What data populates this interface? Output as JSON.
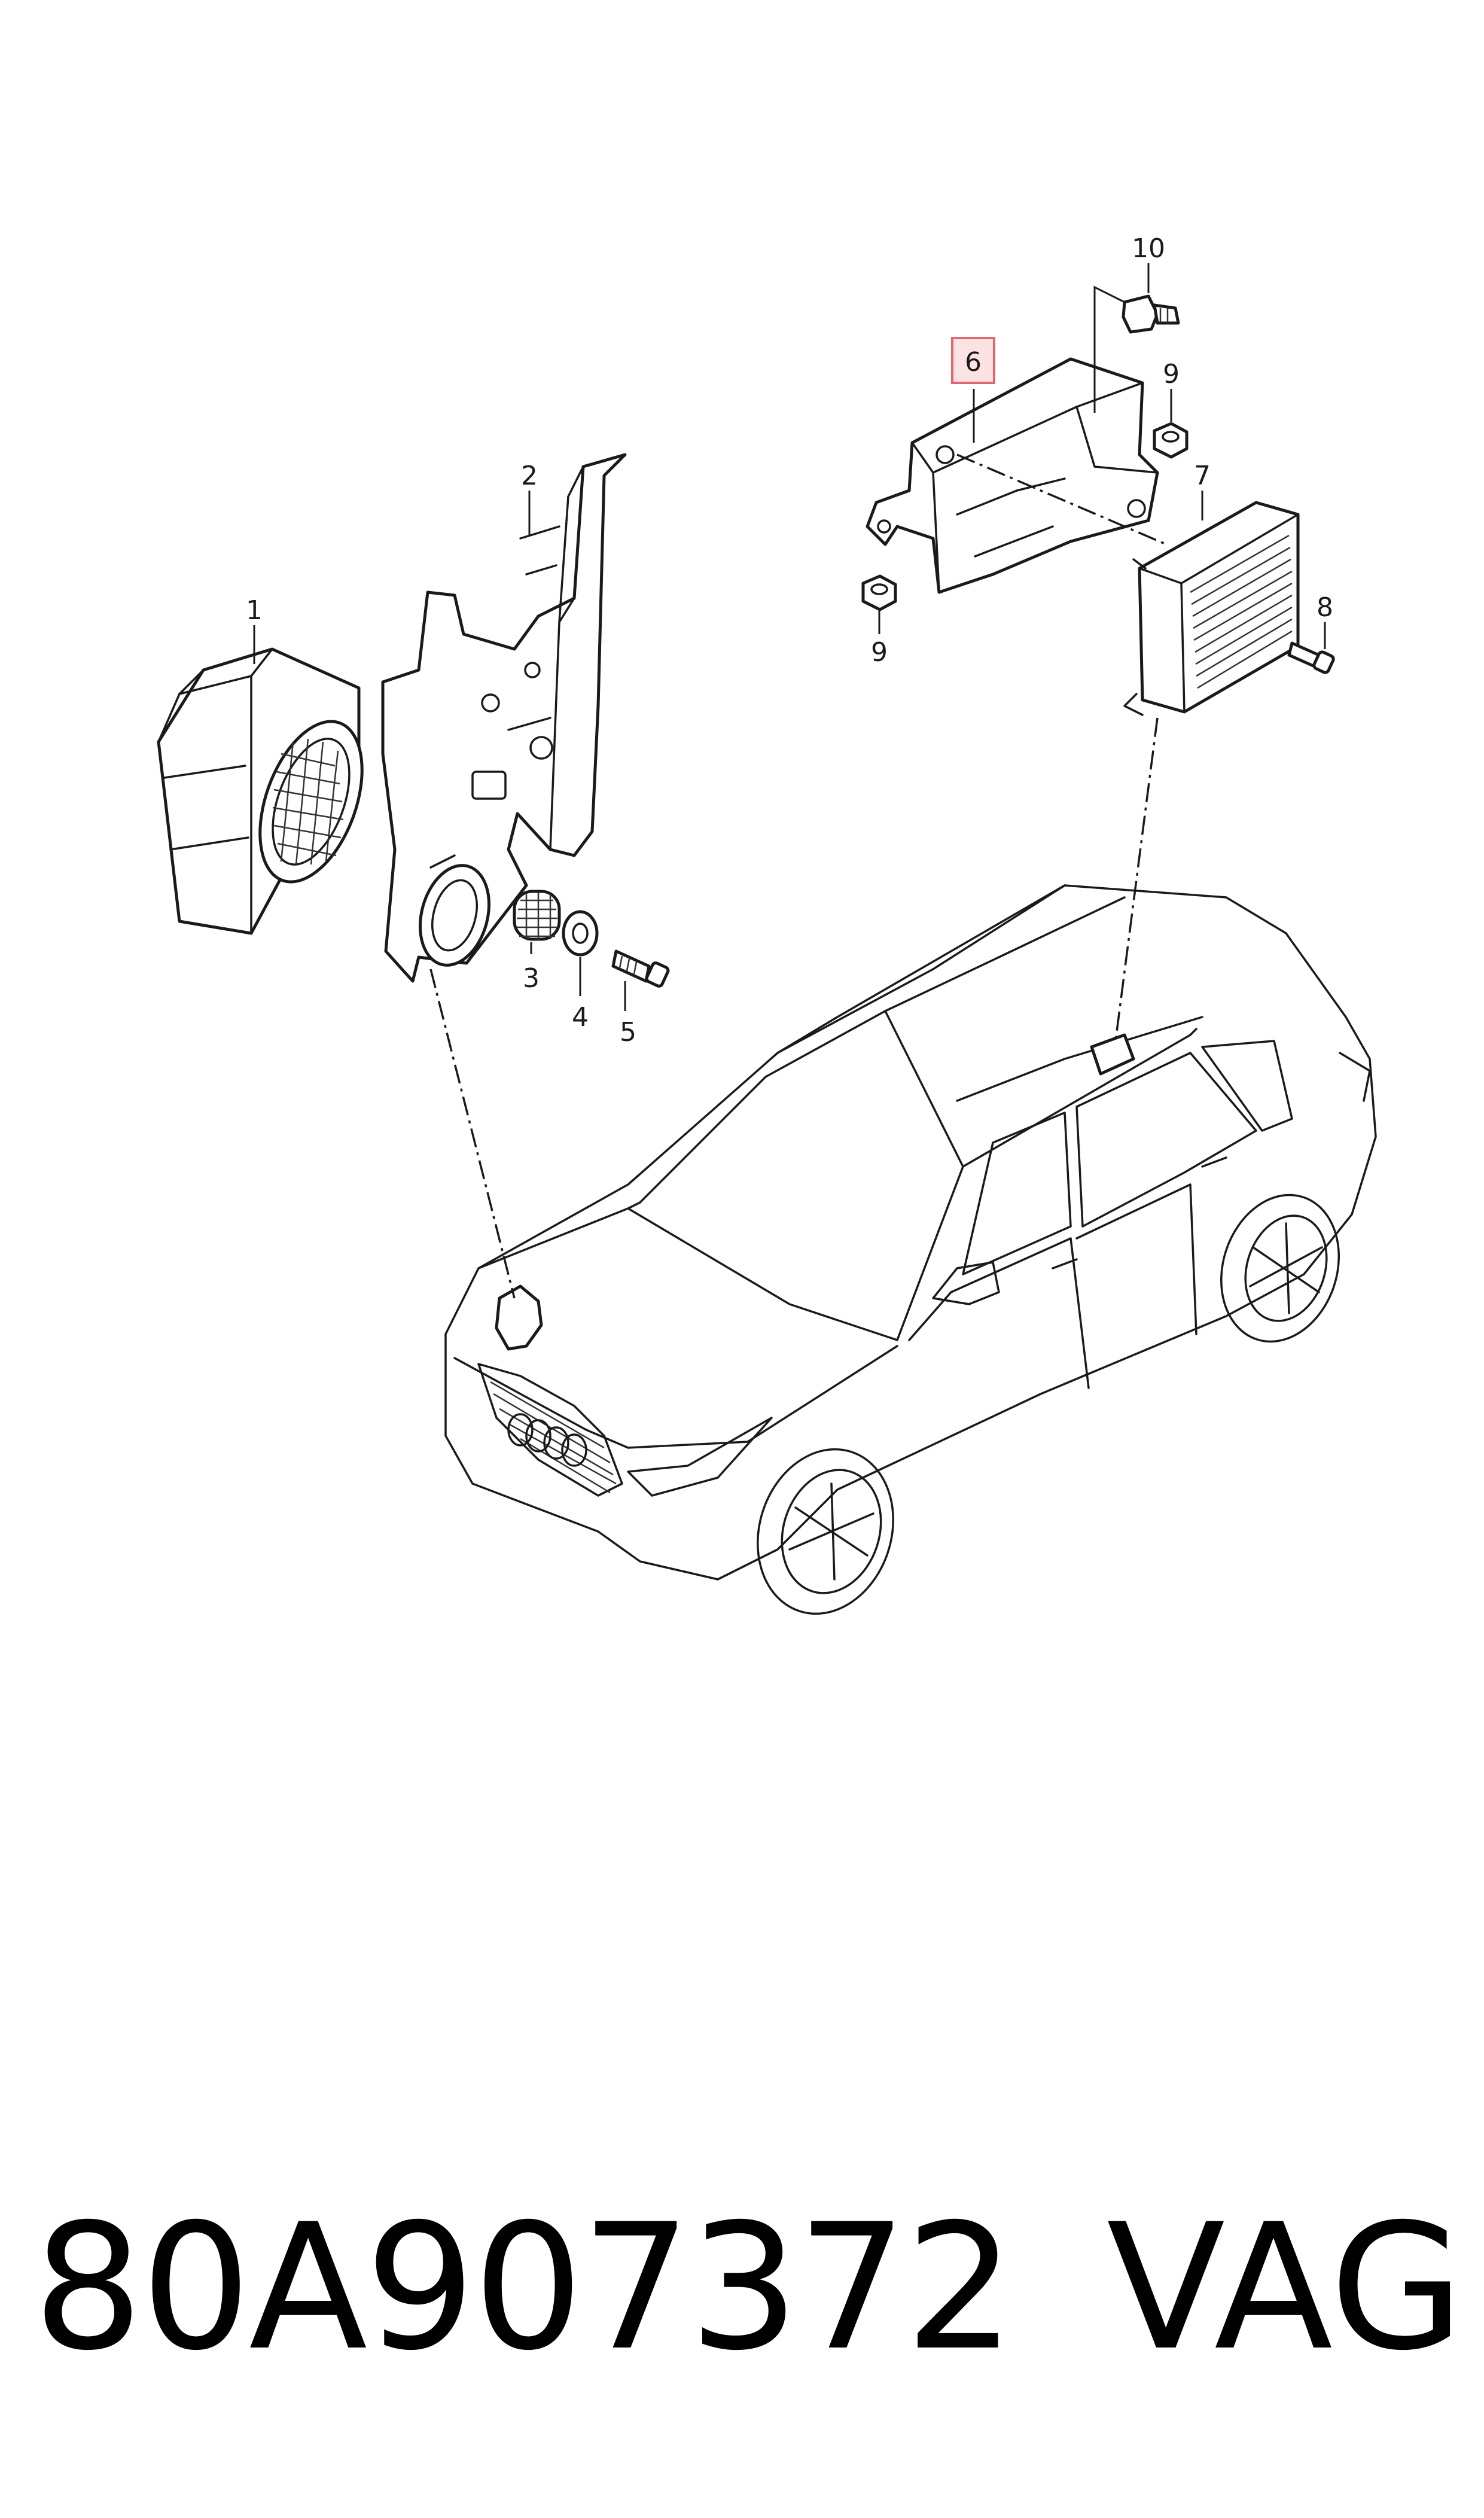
{
  "callouts": [
    {
      "id": "1",
      "text": "1"
    },
    {
      "id": "2",
      "text": "2"
    },
    {
      "id": "3",
      "text": "3"
    },
    {
      "id": "4",
      "text": "4"
    },
    {
      "id": "5",
      "text": "5"
    },
    {
      "id": "6",
      "text": "6",
      "highlighted": true
    },
    {
      "id": "7",
      "text": "7"
    },
    {
      "id": "8",
      "text": "8"
    },
    {
      "id": "9a",
      "text": "9"
    },
    {
      "id": "9b",
      "text": "9"
    },
    {
      "id": "10",
      "text": "10"
    }
  ],
  "footer": {
    "part_number": "80A907372",
    "brand": "VAG"
  },
  "colors": {
    "line": "#1a1a1a",
    "highlight_fill": "#fde2e4",
    "highlight_border": "#e0676f"
  }
}
